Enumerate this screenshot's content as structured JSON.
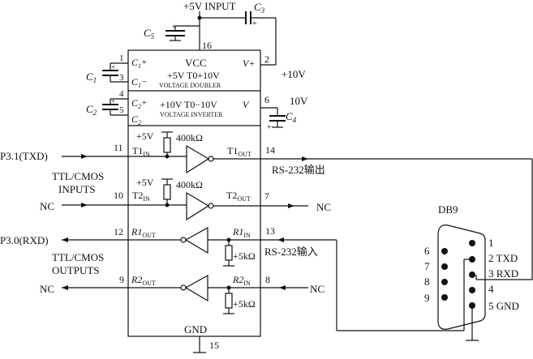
{
  "supply": {
    "input_label": "+5V INPUT",
    "c3": "C",
    "c3_sub": "3",
    "c5": "C",
    "c5_sub": "5"
  },
  "ic": {
    "vcc": "VCC",
    "doubler_line1": "+5V T0+10V",
    "doubler_line2": "VOLTAGE DOUBLER",
    "inverter_line1": "+10V T0−10V",
    "inverter_line2": "VOLTAGE INVERTER",
    "v_plus": "V+",
    "v_minus": "V",
    "gnd": "GND"
  },
  "pins": {
    "p1": "1",
    "p2": "2",
    "p3": "3",
    "p4": "4",
    "p5": "5",
    "p6": "6",
    "p7": "7",
    "p8": "8",
    "p9": "9",
    "p10": "10",
    "p11": "11",
    "p12": "12",
    "p13": "13",
    "p14": "14",
    "p15": "15",
    "p16": "16"
  },
  "caps": {
    "c1": "C",
    "c1_sub": "1",
    "c2": "C",
    "c2_sub": "2",
    "c4": "C",
    "c4_sub": "4",
    "c1p": "C",
    "c1p_sub": "1",
    "c1p_sup": "+",
    "c1m": "C",
    "c1m_sub": "1",
    "c1m_sup": "−",
    "c2p": "C",
    "c2p_sub": "2",
    "c2p_sup": "+",
    "c2m": "C",
    "c2m_sub": "2"
  },
  "voltages": {
    "plus10": "+10V",
    "minus10": "10V"
  },
  "signals": {
    "t1_in": "T1",
    "t1_in_sub": "IN",
    "t2_in": "T2",
    "t2_in_sub": "IN",
    "t1_out": "T1",
    "t1_out_sub": "OUT",
    "t2_out": "T2",
    "t2_out_sub": "OUT",
    "r1_in": "R1",
    "r1_in_sub": "IN",
    "r2_in": "R2",
    "r2_in_sub": "IN",
    "r1_out": "R1",
    "r1_out_sub": "OUT",
    "r2_out": "R2",
    "r2_out_sub": "OUT"
  },
  "pullups": {
    "plus5_a": "+5V",
    "plus5_b": "+5V",
    "r400_a": "400kΩ",
    "r400_b": "400kΩ",
    "r5k_a": "+5kΩ",
    "r5k_b": "+5kΩ"
  },
  "left": {
    "p31": "P3.1(TXD)",
    "ttl_in_1": "TTL/CMOS",
    "ttl_in_2": "INPUTS",
    "nc_in": "NC",
    "p30": "P3.0(RXD)",
    "ttl_out_1": "TTL/CMOS",
    "ttl_out_2": "OUTPUTS",
    "nc_out": "NC"
  },
  "right": {
    "rs232_out": "RS-232输出",
    "rs232_in": "RS-232输入",
    "nc_t2": "NC",
    "nc_r2": "NC"
  },
  "db9": {
    "title": "DB9",
    "pin1": "1",
    "pin2": "2 TXD",
    "pin3": "3 RXD",
    "pin4": "4",
    "pin5": "5 GND",
    "pin6": "6",
    "pin7": "7",
    "pin8": "8",
    "pin9": "9"
  }
}
